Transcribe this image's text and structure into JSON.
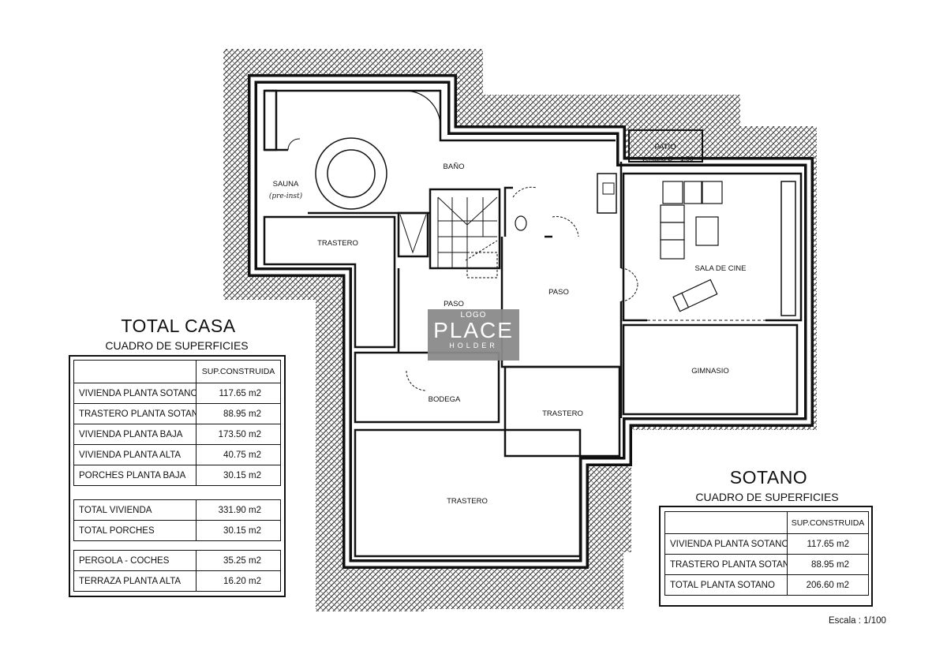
{
  "plan": {
    "rooms": {
      "sauna": "SAUNA",
      "sauna_note": "(pre-inst)",
      "bano": "BAÑO",
      "trastero_1": "TRASTERO",
      "paso_1": "PASO",
      "paso_2": "PASO",
      "sala_cine": "SALA DE CINE",
      "gimnasio": "GIMNASIO",
      "bodega": "BODEGA",
      "trastero_2": "TRASTERO",
      "trastero_3": "TRASTERO",
      "patio": "PATIO",
      "patio_note": "ventana Ø – 1.50"
    },
    "logo": {
      "top": "LOGO",
      "main": "PLACE",
      "bottom": "HOLDER"
    },
    "scale": "Escala : 1/100"
  },
  "total_casa": {
    "title": "TOTAL CASA",
    "subtitle": "CUADRO DE SUPERFICIES",
    "header": "SUP.CONSTRUIDA",
    "rows": [
      {
        "label": "VIVIENDA PLANTA SOTANO",
        "value": "117.65  m2"
      },
      {
        "label": "TRASTERO PLANTA SOTANO",
        "value": "88.95  m2"
      },
      {
        "label": "VIVIENDA PLANTA BAJA",
        "value": "173.50  m2"
      },
      {
        "label": "VIVIENDA PLANTA ALTA",
        "value": "40.75  m2"
      },
      {
        "label": "PORCHES PLANTA BAJA",
        "value": "30.15  m2"
      }
    ],
    "totals": [
      {
        "label": "TOTAL VIVIENDA",
        "value": "331.90  m2"
      },
      {
        "label": "TOTAL PORCHES",
        "value": "30.15  m2"
      }
    ],
    "extras": [
      {
        "label": "PERGOLA - COCHES",
        "value": "35.25  m2"
      },
      {
        "label": "TERRAZA PLANTA ALTA",
        "value": "16.20  m2"
      }
    ]
  },
  "sotano": {
    "title": "SOTANO",
    "subtitle": "CUADRO DE SUPERFICIES",
    "header": "SUP.CONSTRUIDA",
    "rows": [
      {
        "label": "VIVIENDA PLANTA SOTANO",
        "value": "117.65  m2"
      },
      {
        "label": "TRASTERO PLANTA SOTANO",
        "value": "88.95  m2"
      },
      {
        "label": "TOTAL PLANTA SOTANO",
        "value": "206.60  m2"
      }
    ]
  }
}
